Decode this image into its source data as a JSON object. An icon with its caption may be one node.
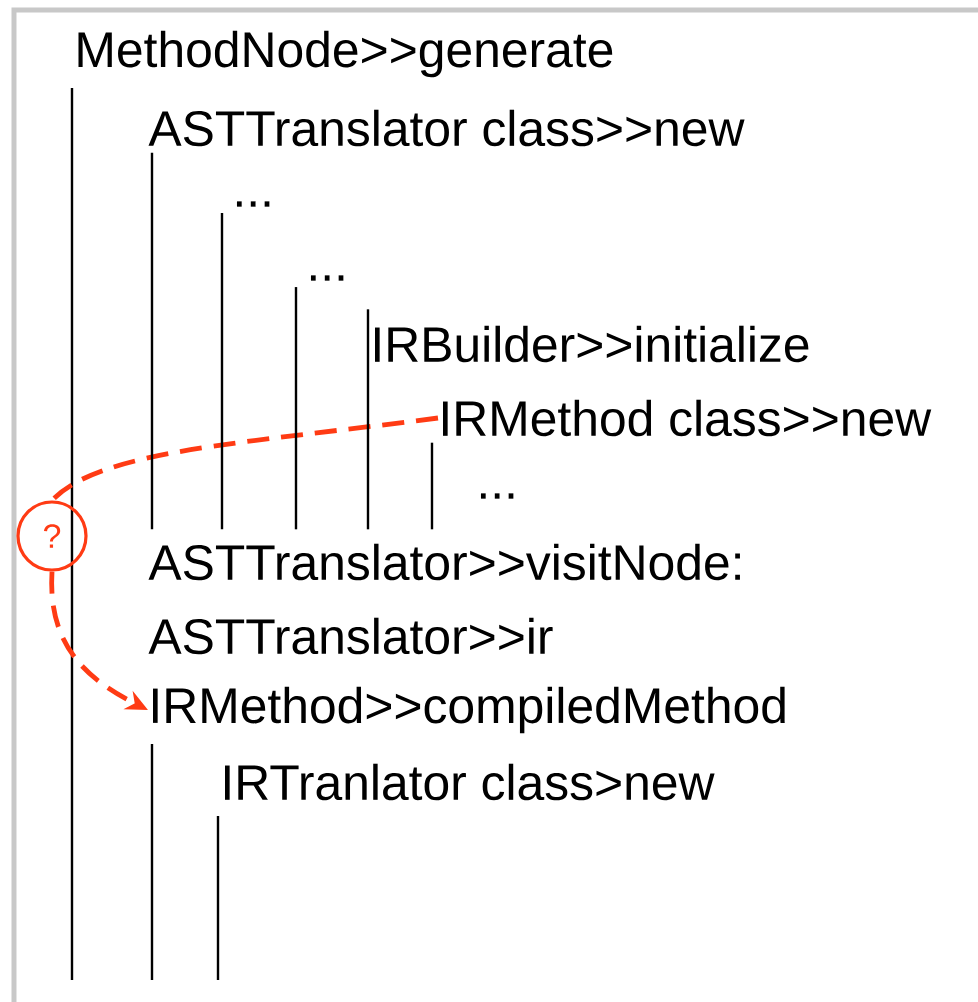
{
  "diagram": {
    "nodes": [
      {
        "text": [
          "MethodNode>>generate"
        ]
      },
      {
        "text": [
          "ASTTranslator class>>new"
        ]
      },
      {
        "text": [
          "..."
        ]
      },
      {
        "text": [
          "..."
        ]
      },
      {
        "text": [
          "IRBuilder>>initialize"
        ]
      },
      {
        "text": [
          "IRMethod class>>new"
        ]
      },
      {
        "text": [
          "..."
        ]
      },
      {
        "text": [
          "?"
        ]
      },
      {
        "text": [
          "ASTTranslator>>visitNode:"
        ]
      },
      {
        "text": [
          "ASTTranslator>>ir"
        ]
      },
      {
        "text": [
          "IRMethod>>compiledMethod"
        ]
      },
      {
        "text": [
          "IRTranlator class>new"
        ]
      }
    ],
    "edges": [
      {
        "from": 5,
        "to": 7,
        "arrow": "none",
        "style": "dashed",
        "color": "#ff3b14"
      },
      {
        "from": 7,
        "to": 10,
        "arrow": "to",
        "style": "dashed",
        "color": "#ff3b14"
      },
      {
        "from": 1,
        "to": 8,
        "arrow": "none"
      },
      {
        "from": 2,
        "to": 8,
        "arrow": "none"
      },
      {
        "from": 3,
        "to": 8,
        "arrow": "none"
      },
      {
        "from": 4,
        "to": 8,
        "arrow": "none"
      },
      {
        "from": 5,
        "to": 8,
        "arrow": "none"
      }
    ]
  }
}
